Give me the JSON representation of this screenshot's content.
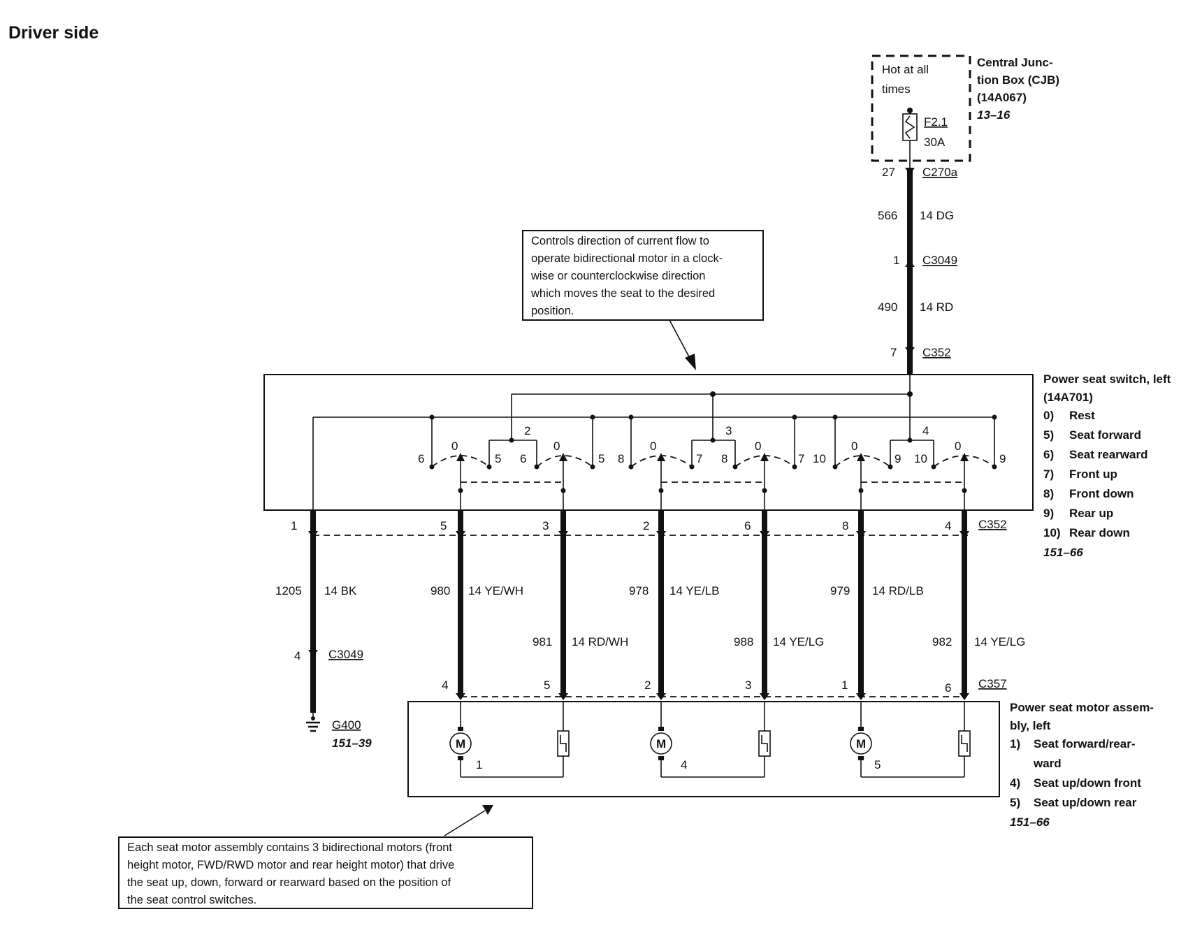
{
  "title": "Driver side",
  "cjb": {
    "hot_label_1": "Hot at all",
    "hot_label_2": "times",
    "fuse": "F2.1",
    "fuse_rating": "30A",
    "name_1": "Central Junc-",
    "name_2": "tion Box (CJB)",
    "name_3": "(14A067)",
    "ref": "13–16"
  },
  "feed": {
    "c270a_pin": "27",
    "c270a": "C270a",
    "w1_circuit": "566",
    "w1_spec": "14 DG",
    "c3049_pin": "1",
    "c3049": "C3049",
    "w2_circuit": "490",
    "w2_spec": "14 RD",
    "c352_pin": "7",
    "c352": "C352"
  },
  "switch_note": [
    "Controls direction of current flow to",
    "operate bidirectional motor in a clock-",
    "wise or counterclockwise direction",
    "which moves the seat to the desired",
    "position."
  ],
  "switch": {
    "name_1": "Power seat switch, left",
    "name_2": "(14A701)",
    "legend": [
      {
        "num": "0)",
        "text": "Rest"
      },
      {
        "num": "5)",
        "text": "Seat forward"
      },
      {
        "num": "6)",
        "text": "Seat rearward"
      },
      {
        "num": "7)",
        "text": "Front up"
      },
      {
        "num": "8)",
        "text": "Front down"
      },
      {
        "num": "9)",
        "text": "Rear up"
      },
      {
        "num": "10)",
        "text": "Rear down"
      }
    ],
    "ref": "151–66",
    "groups": [
      {
        "label": "2",
        "left": [
          "6",
          "0",
          "5"
        ],
        "right": [
          "6",
          "0",
          "5"
        ]
      },
      {
        "label": "3",
        "left": [
          "8",
          "0",
          "7"
        ],
        "right": [
          "8",
          "0",
          "7"
        ]
      },
      {
        "label": "4",
        "left": [
          "10",
          "0",
          "9"
        ],
        "right": [
          "10",
          "0",
          "9"
        ]
      }
    ],
    "connector": "C352",
    "pins": [
      "1",
      "5",
      "3",
      "2",
      "6",
      "8",
      "4"
    ]
  },
  "wires": [
    {
      "circuit": "1205",
      "spec": "14 BK"
    },
    {
      "circuit": "980",
      "spec": "14 YE/WH"
    },
    {
      "circuit": "981",
      "spec": "14 RD/WH"
    },
    {
      "circuit": "978",
      "spec": "14 YE/LB"
    },
    {
      "circuit": "988",
      "spec": "14 YE/LG"
    },
    {
      "circuit": "979",
      "spec": "14 RD/LB"
    },
    {
      "circuit": "982",
      "spec": "14 YE/LG"
    }
  ],
  "ground": {
    "c3049_pin": "4",
    "c3049": "C3049",
    "name": "G400",
    "ref": "151–39"
  },
  "motor": {
    "connector": "C357",
    "pins": [
      "4",
      "5",
      "2",
      "3",
      "1",
      "6"
    ],
    "motor_symbol": "M",
    "motor_ids": [
      "1",
      "4",
      "5"
    ],
    "name_1": "Power seat motor assem-",
    "name_2": "bly, left",
    "legend": [
      {
        "num": "1)",
        "text": "Seat forward/rear-"
      },
      {
        "num": "",
        "text": "ward"
      },
      {
        "num": "4)",
        "text": "Seat up/down front"
      },
      {
        "num": "5)",
        "text": "Seat up/down rear"
      }
    ],
    "ref": "151–66"
  },
  "motor_note": [
    "Each seat motor assembly contains 3 bidirectional motors (front",
    "height motor, FWD/RWD motor and rear height motor) that drive",
    "the seat up, down, forward or rearward based on the position of",
    "the seat control switches."
  ]
}
